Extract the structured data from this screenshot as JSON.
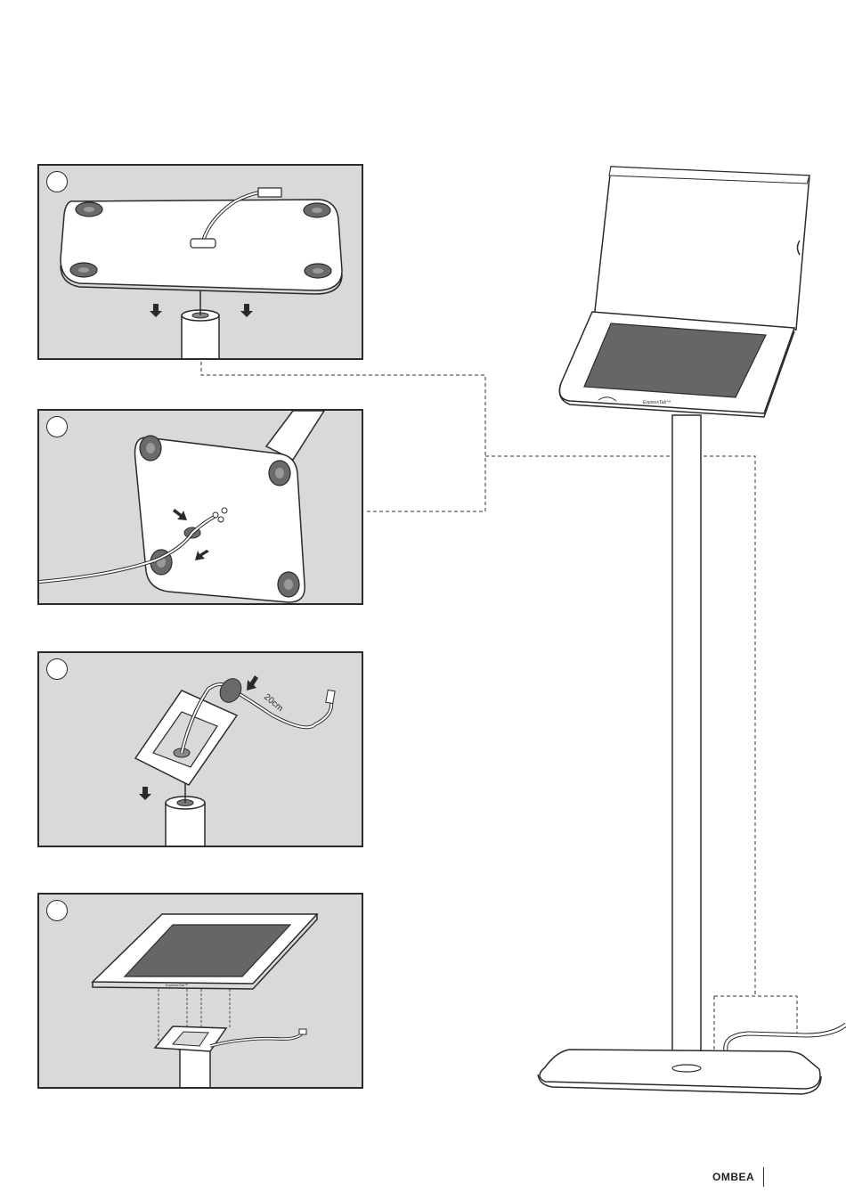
{
  "brand": {
    "logo_text": "OMBEA"
  },
  "device_label": "ExpressTab™",
  "cable_length_label": "20cm",
  "steps": [
    {
      "id": "step-1"
    },
    {
      "id": "step-2"
    },
    {
      "id": "step-3"
    },
    {
      "id": "step-4"
    }
  ],
  "colors": {
    "panel_bg": "#d9d9d9",
    "line": "#2a2a2a",
    "screen": "#666666",
    "foot": "#777777"
  }
}
